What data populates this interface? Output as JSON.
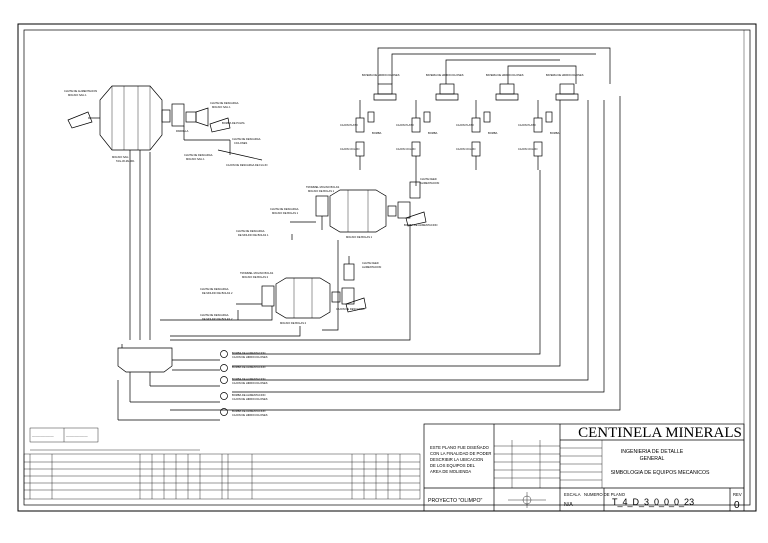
{
  "company": "CENTINELA MINERALS",
  "project": "PROYECTO \"OLIMPO\"",
  "note": [
    "ESTE PLANO FUE DISEÑADO",
    "CON LA FINALIDAD DE PODER",
    "DESCRIBIR LA UBICACION",
    "DE LOS EQUIPOS DEL",
    "AREA DE MOLIENDA"
  ],
  "title_lines": [
    "INGENIERIA DE DETALLE",
    "GENERAL",
    "SIMBOLOGIA DE EQUIPOS MECANICOS"
  ],
  "scale_label": "ESCALA",
  "scale_value": "N/A",
  "drawing_label": "NUMERO DE PLANO",
  "drawing_number": "T_4_D_3_0_0_0_23",
  "rev_label": "REV",
  "revision": "0",
  "equipment_labels": [
    "CHUTE DE ALIMENTACION",
    "MOLINO SAG",
    "PARRILLA",
    "CHUTE DE DESCARGA",
    "BOMBA DE PULPA",
    "CICLON",
    "MOLINO DE BOLAS 1",
    "MOLINO DE BOLAS 2",
    "TROMMEL",
    "BOMBA DE ALIMENTACION",
    "CAJON DE DESCARGA"
  ],
  "icons": [
    "north-arrow-icon"
  ]
}
